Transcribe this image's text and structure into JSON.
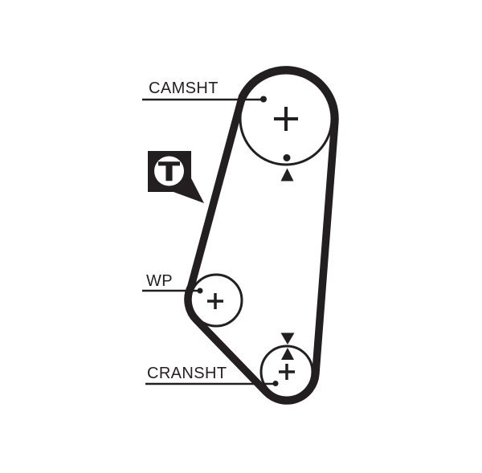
{
  "page": {
    "background_color": "#ffffff",
    "ink_color": "#231f20"
  },
  "diagram": {
    "type": "timing-belt-routing-diagram",
    "labels": {
      "camshaft": "CAMSHT",
      "water_pump": "WP",
      "crankshaft": "CRANSHT"
    },
    "tensioner": {
      "letter": "T"
    },
    "marks": {
      "pulley_center_symbol": "plus-cross",
      "camshaft_timing_marks": [
        "dot",
        "up-triangle"
      ],
      "crankshaft_timing_marks": [
        "down-triangle",
        "up-triangle"
      ]
    }
  }
}
